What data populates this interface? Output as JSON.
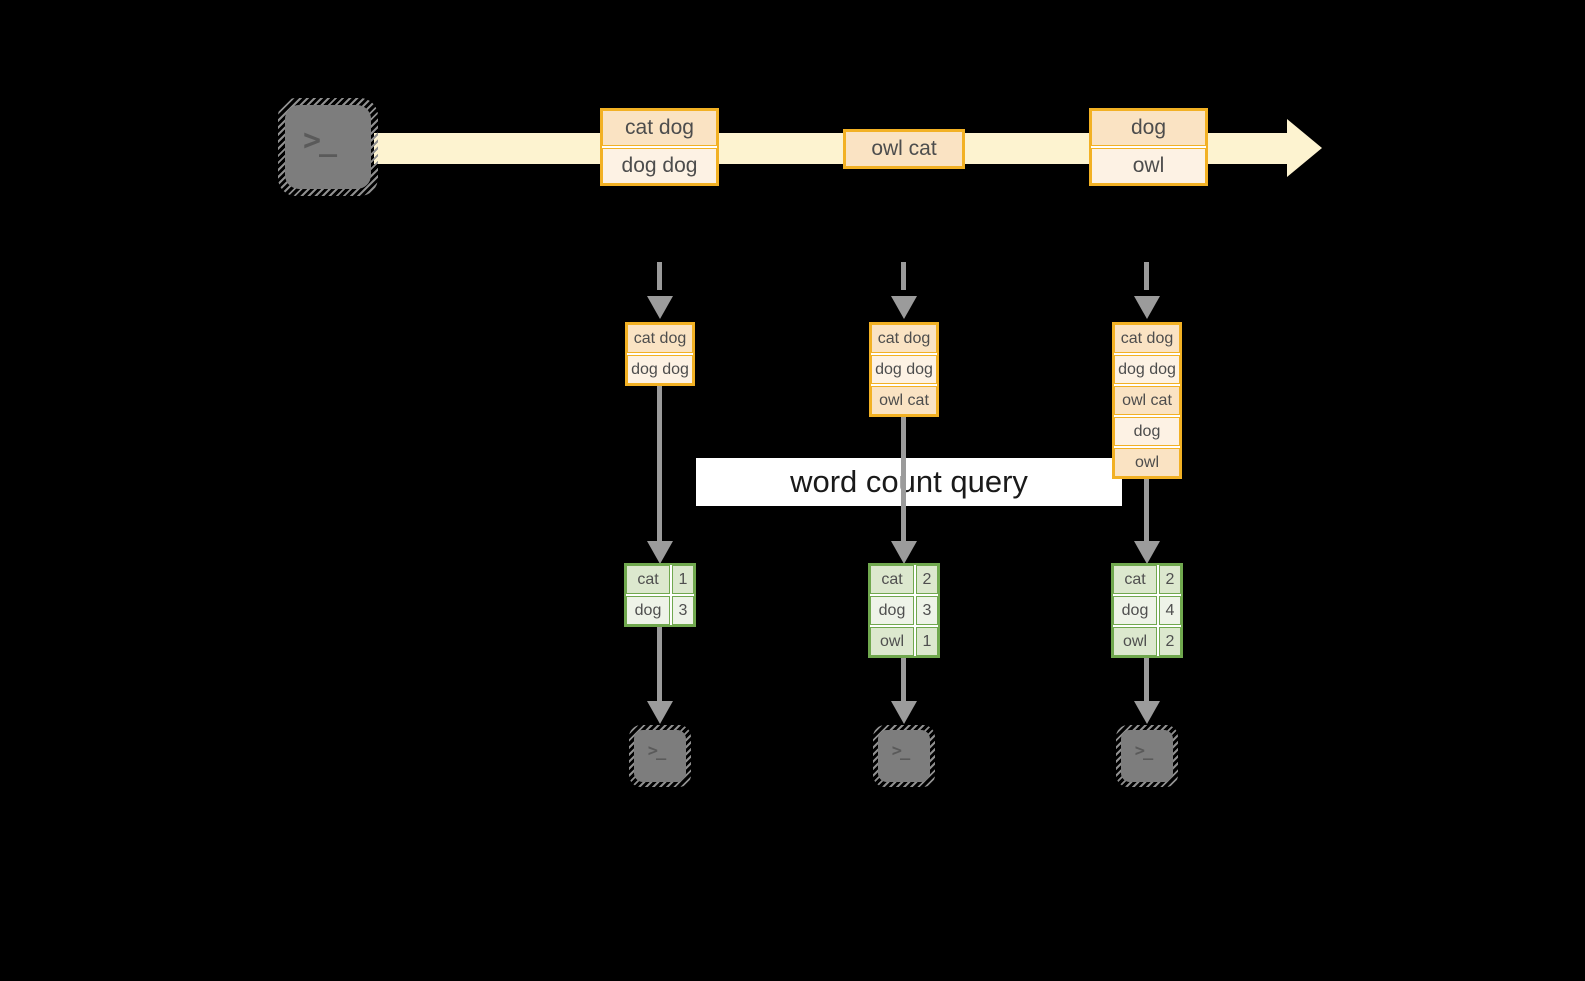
{
  "stream": {
    "items": [
      {
        "lines": [
          "cat dog",
          "dog dog"
        ]
      },
      {
        "lines": [
          "owl cat"
        ]
      },
      {
        "lines": [
          "dog",
          "owl"
        ]
      }
    ]
  },
  "query": {
    "label": "word count query"
  },
  "columns": [
    {
      "state": [
        "cat dog",
        "dog dog"
      ],
      "counts": [
        {
          "word": "cat",
          "count": "1"
        },
        {
          "word": "dog",
          "count": "3"
        }
      ]
    },
    {
      "state": [
        "cat dog",
        "dog dog",
        "owl cat"
      ],
      "counts": [
        {
          "word": "cat",
          "count": "2"
        },
        {
          "word": "dog",
          "count": "3"
        },
        {
          "word": "owl",
          "count": "1"
        }
      ]
    },
    {
      "state": [
        "cat dog",
        "dog dog",
        "owl cat",
        "dog",
        "owl"
      ],
      "counts": [
        {
          "word": "cat",
          "count": "2"
        },
        {
          "word": "dog",
          "count": "4"
        },
        {
          "word": "owl",
          "count": "2"
        }
      ]
    }
  ],
  "icons": {
    "terminal_glyph": ">_"
  },
  "colors": {
    "background": "#000000",
    "band": "#fdf3d0",
    "amber_border": "#f2b124",
    "cell_dark": "#fae3c3",
    "cell_light": "#fdf2e4",
    "green_border": "#70a84e",
    "green_row_dark": "#dce8ce",
    "green_row_light": "#eef3e8",
    "arrow_gray": "#9b9b9b",
    "terminal_gray": "#7d7d7d"
  }
}
